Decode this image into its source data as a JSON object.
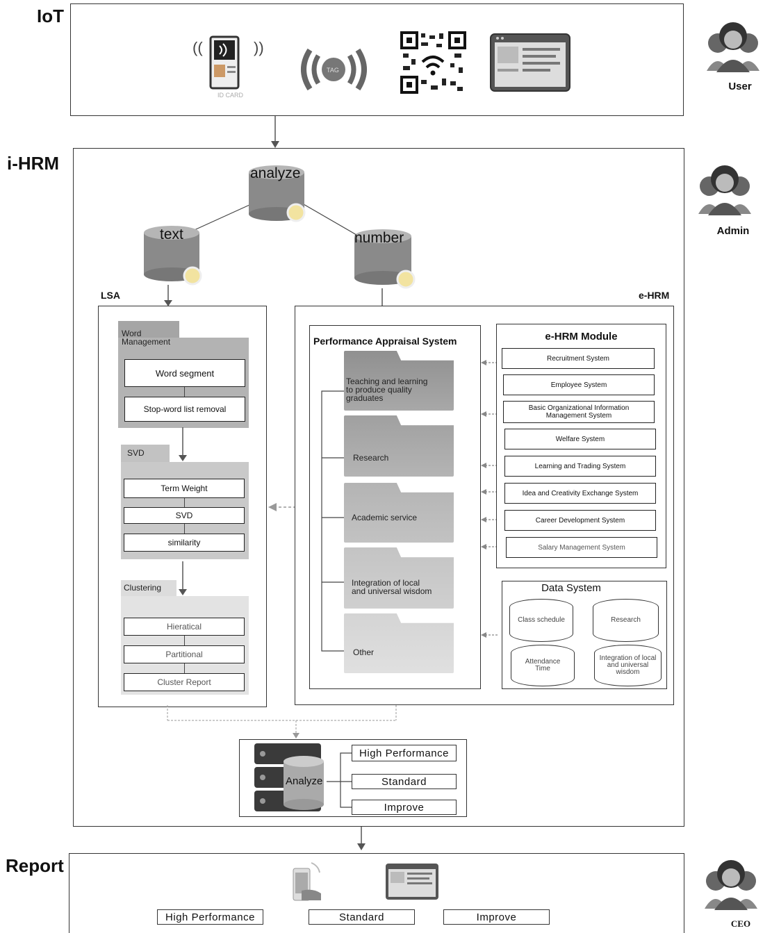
{
  "sections": {
    "iot": "IoT",
    "ihrm": "i-HRM",
    "report": "Report"
  },
  "roles": {
    "user": "User",
    "admin": "Admin",
    "ceo": "CEO"
  },
  "databases": {
    "analyze": "analyze",
    "text": "text",
    "number": "number"
  },
  "lsa": {
    "label": "LSA",
    "word_management": {
      "title": "Word Management",
      "items": [
        "Word segment",
        "Stop-word list removal"
      ]
    },
    "svd": {
      "title": "SVD",
      "items": [
        "Term Weight",
        "SVD",
        "similarity"
      ]
    },
    "clustering": {
      "title": "Clustering",
      "items": [
        "Hieratical",
        "Partitional",
        "Cluster Report"
      ]
    }
  },
  "ehrm": {
    "label": "e-HRM",
    "pas": {
      "title": "Performance Appraisal System",
      "items": [
        "Teaching and learning to produce quality graduates",
        "Research",
        "Academic service",
        "Integration of local and universal wisdom",
        "Other"
      ]
    },
    "module": {
      "title": "e-HRM Module",
      "items": [
        "Recruitment System",
        "Employee System",
        "Basic Organizational Information Management System",
        "Welfare System",
        "Learning and Trading System",
        "Idea and Creativity Exchange System",
        "Career Development System",
        "Salary Management System"
      ]
    },
    "data_system": {
      "title": "Data System",
      "items": [
        "Class schedule",
        "Research",
        "Attendance Time",
        "Integration of local and universal wisdom"
      ]
    }
  },
  "analyze_block": {
    "label": "Analyze",
    "results": [
      "High Performance",
      "Standard",
      "Improve"
    ]
  },
  "report_results": [
    "High Performance",
    "Standard",
    "Improve"
  ],
  "iot_icons": [
    "nfc-card-icon",
    "rfid-tag-icon",
    "qr-code-icon",
    "web-browser-icon"
  ],
  "colors": {
    "db_gray": "#8a8a8a",
    "folder_gray": "#b0b0b0",
    "arrow": "#555555",
    "accent_gear": "#f2c94c"
  }
}
